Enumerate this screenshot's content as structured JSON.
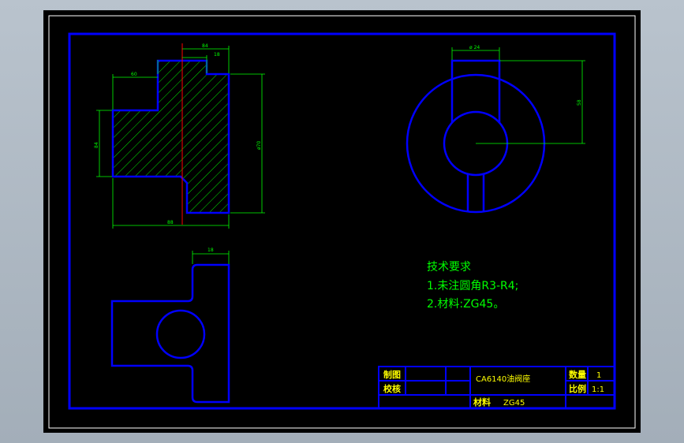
{
  "drawing": {
    "colors": {
      "background": "#000000",
      "outline": "#0000ff",
      "dimension": "#00ff00",
      "centerline": "#ff0000",
      "titleblock_text": "#ffff00",
      "sheet_border": "#ffffff"
    },
    "front_view": {
      "dims": {
        "top_width": "84",
        "step_width": "18",
        "left_width": "60",
        "height": "ø70",
        "left_height": "84",
        "total_width": "88"
      }
    },
    "top_view": {
      "dims": {
        "slot_width": "ø 24",
        "height": "58"
      }
    },
    "side_view": {
      "dims": {
        "boss_width": "18"
      }
    },
    "notes": {
      "title": "技术要求",
      "line1": "1.未注圆角R3-R4;",
      "line2": "2.材料:ZG45。"
    },
    "title_block": {
      "drawn_label": "制图",
      "checked_label": "校核",
      "part_name": "CA6140油阀座",
      "qty_label": "数量",
      "qty_value": "1",
      "scale_label": "比例",
      "scale_value": "1:1",
      "material_label": "材料",
      "material_value": "ZG45"
    }
  }
}
